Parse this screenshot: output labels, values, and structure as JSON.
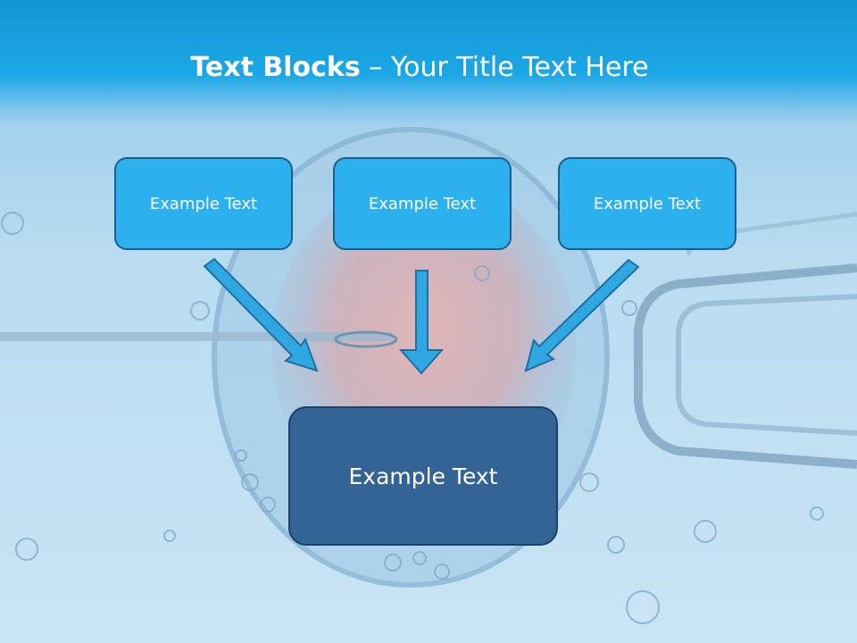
{
  "title": {
    "bold": "Text Blocks",
    "separator": " – ",
    "regular": "Your Title Text Here"
  },
  "blocks": {
    "left": "Example Text",
    "center": "Example Text",
    "right": "Example Text",
    "bottom": "Example Text"
  },
  "colors": {
    "header": "#1ba7e6",
    "top_box": "#2db1ee",
    "bottom_box": "#346396",
    "arrow": "#2fa8e2"
  }
}
